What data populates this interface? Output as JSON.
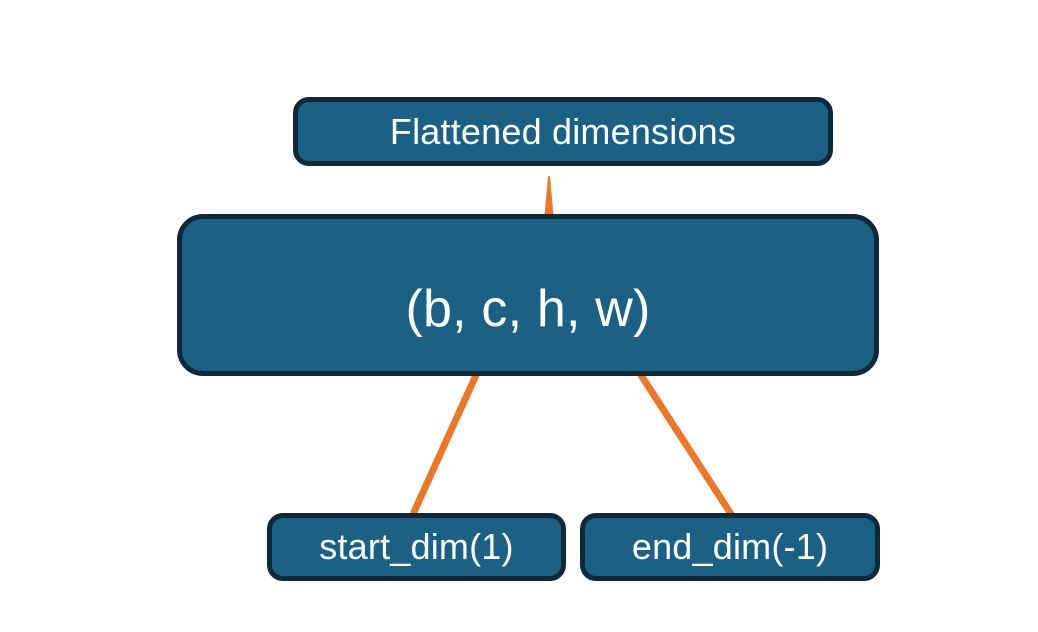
{
  "diagram": {
    "title_text": "Flattened dimensions",
    "shape_text": "(b, c, h, w)",
    "start_dim_text": "start_dim(1)",
    "end_dim_text": "end_dim(-1)",
    "colors": {
      "background": "#ffffff",
      "box_fill": "#1C6183",
      "box_border": "#0E2A3A",
      "box_text": "#ffffff",
      "connector": "#E8792C"
    },
    "connectors": [
      {
        "name": "brace-to-flattened",
        "type": "curly-brace-with-stem",
        "from": "(b, c, h, w) dims c..w",
        "to": "Flattened dimensions"
      },
      {
        "name": "start-dim-arrow",
        "type": "arrow",
        "from": "start_dim(1)",
        "to": "(b, c, h, w) -> c"
      },
      {
        "name": "end-dim-arrow",
        "type": "arrow",
        "from": "end_dim(-1)",
        "to": "(b, c, h, w) -> w"
      }
    ]
  }
}
